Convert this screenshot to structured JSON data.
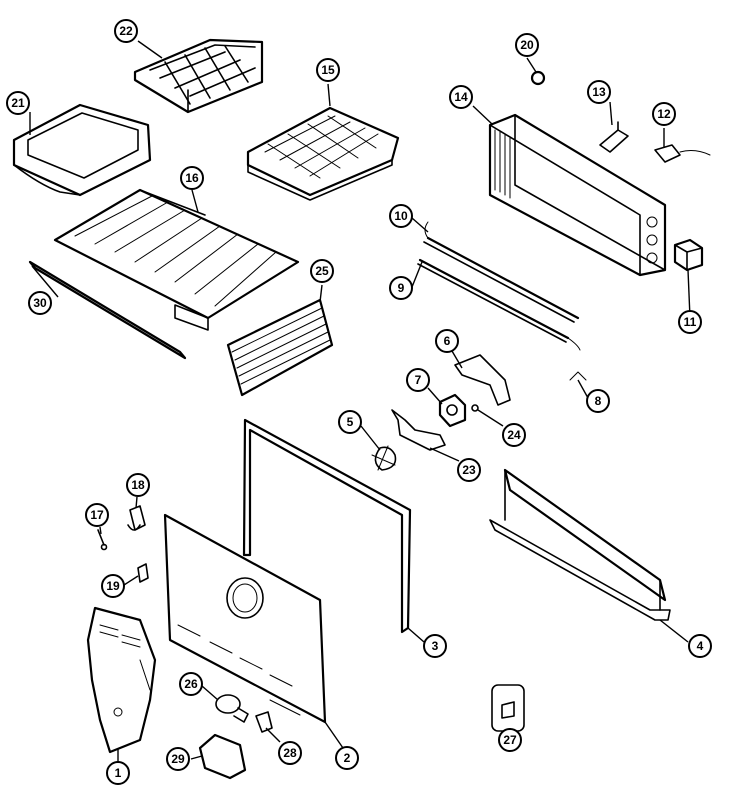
{
  "diagram": {
    "type": "exploded-parts-diagram",
    "callouts": [
      {
        "id": "p1",
        "label": "1"
      },
      {
        "id": "p2",
        "label": "2"
      },
      {
        "id": "p3",
        "label": "3"
      },
      {
        "id": "p4",
        "label": "4"
      },
      {
        "id": "p5",
        "label": "5"
      },
      {
        "id": "p6",
        "label": "6"
      },
      {
        "id": "p7",
        "label": "7"
      },
      {
        "id": "p8",
        "label": "8"
      },
      {
        "id": "p9",
        "label": "9"
      },
      {
        "id": "p10",
        "label": "10"
      },
      {
        "id": "p11",
        "label": "11"
      },
      {
        "id": "p12",
        "label": "12"
      },
      {
        "id": "p13",
        "label": "13"
      },
      {
        "id": "p14",
        "label": "14"
      },
      {
        "id": "p15",
        "label": "15"
      },
      {
        "id": "p16",
        "label": "16"
      },
      {
        "id": "p17",
        "label": "17"
      },
      {
        "id": "p18",
        "label": "18"
      },
      {
        "id": "p19",
        "label": "19"
      },
      {
        "id": "p20",
        "label": "20"
      },
      {
        "id": "p21",
        "label": "21"
      },
      {
        "id": "p22",
        "label": "22"
      },
      {
        "id": "p23",
        "label": "23"
      },
      {
        "id": "p24",
        "label": "24"
      },
      {
        "id": "p25",
        "label": "25"
      },
      {
        "id": "p26",
        "label": "26"
      },
      {
        "id": "p27",
        "label": "27"
      },
      {
        "id": "p28",
        "label": "28"
      },
      {
        "id": "p29",
        "label": "29"
      },
      {
        "id": "p30",
        "label": "30"
      }
    ]
  }
}
